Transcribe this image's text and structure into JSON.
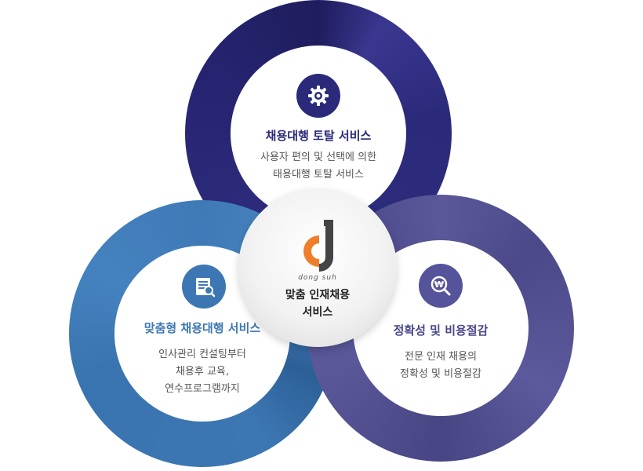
{
  "services": {
    "top": {
      "title": "채용대행 토탈 서비스",
      "desc_line1": "사용자 편의 및 선택에 의한",
      "desc_line2": "태용대행 토탈 서비스",
      "icon": "gear-icon",
      "color": "#2b2a7a"
    },
    "left": {
      "title": "맞춤형 채용대행 서비스",
      "desc_line1": "인사관리 컨설팅부터",
      "desc_line2": "채용후 교육,",
      "desc_line3": "연수프로그램까지",
      "icon": "document-search-icon",
      "color": "#3c77b3"
    },
    "right": {
      "title": "정확성 및 비용절감",
      "desc_line1": "전문 인재 채용의",
      "desc_line2": "정확성 및 비용절감",
      "icon": "won-search-icon",
      "color": "#55539a"
    }
  },
  "center": {
    "logo_text": "dong suh",
    "line1": "맞춤 인재채용",
    "line2": "서비스",
    "logo_colors": {
      "orange": "#f07d2a",
      "dark": "#444444"
    }
  }
}
